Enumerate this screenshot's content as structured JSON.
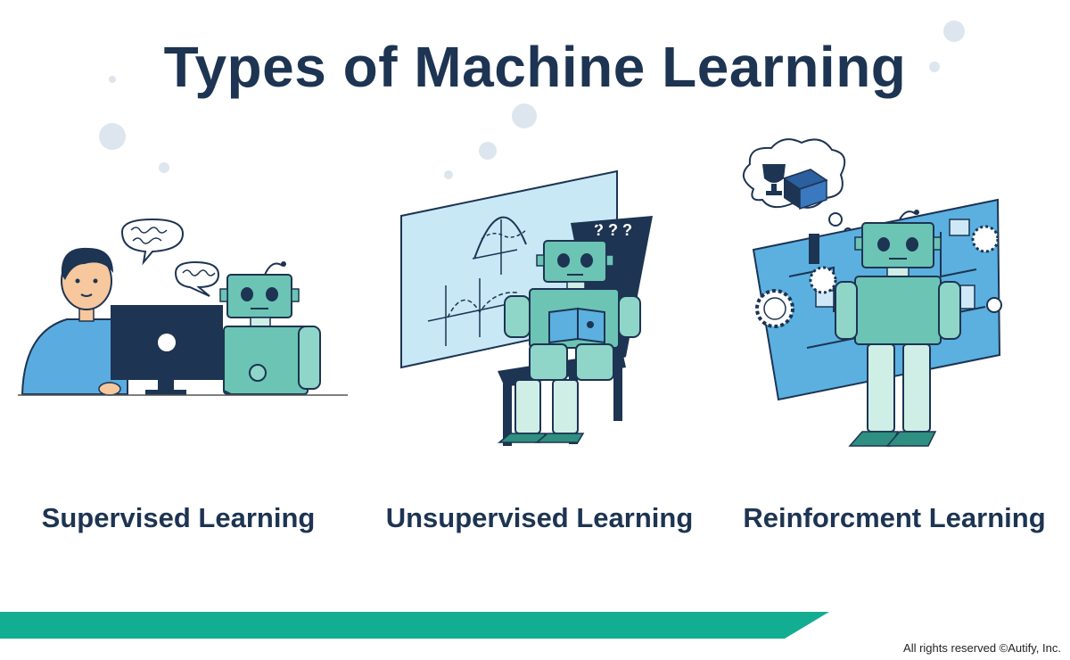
{
  "title": "Types of Machine Learning",
  "panels": [
    {
      "label": "Supervised Learning"
    },
    {
      "label": "Unsupervised Learning"
    },
    {
      "label": "Reinforcment Learning"
    }
  ],
  "footer": {
    "copyright": "All rights reserved ©Autify, Inc."
  },
  "colors": {
    "navy": "#1d3452",
    "teal": "#6cc4b4",
    "teal_dark": "#2f8f80",
    "blue": "#5bb0e0",
    "stripe": "#13ad92"
  },
  "icons": [
    "person-icon",
    "computer-monitor-icon",
    "robot-icon",
    "speech-bubble-icon",
    "whiteboard-icon",
    "chair-icon",
    "book-icon",
    "question-marks-icon",
    "thought-bubble-icon",
    "trophy-icon",
    "gift-box-icon",
    "circuit-board-icon",
    "gear-icon"
  ]
}
